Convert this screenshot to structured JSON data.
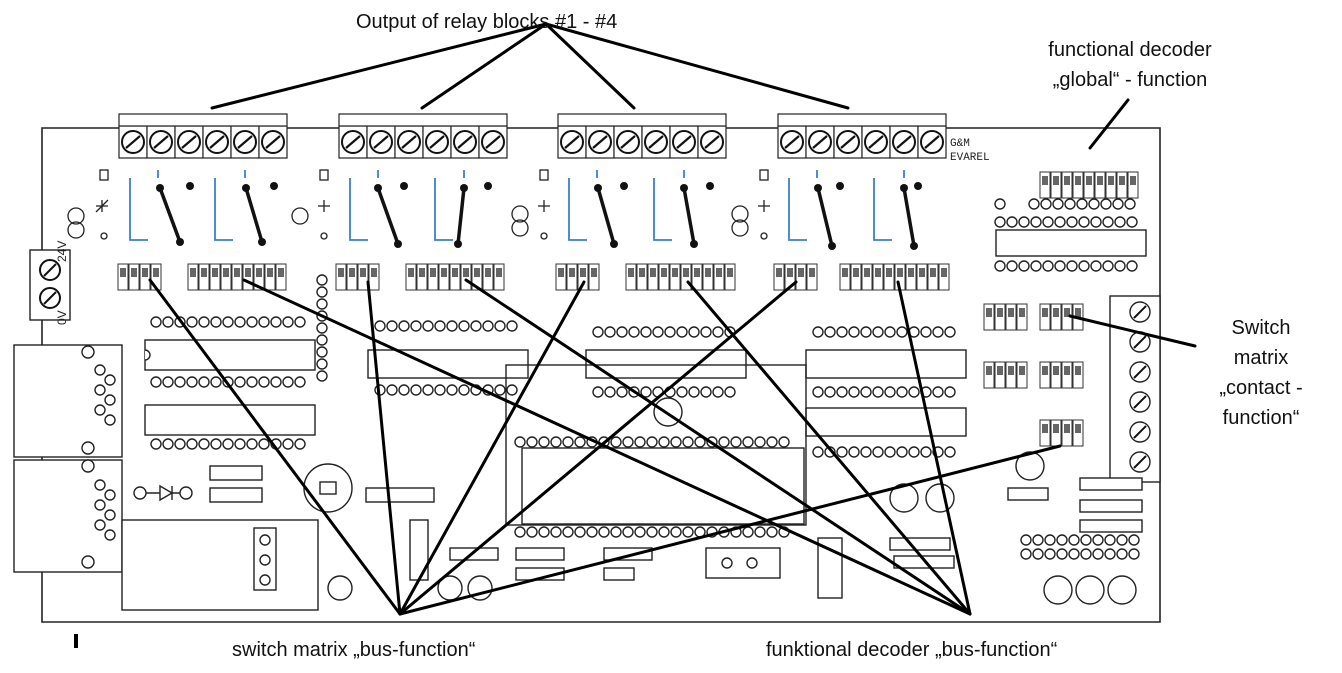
{
  "labels": {
    "relay_outputs": "Output of relay blocks   #1  -  #4",
    "decoder_global_line1": "functional decoder",
    "decoder_global_line2": "„global“ - function",
    "switch_contact_line1": "Switch",
    "switch_contact_line2": "matrix",
    "switch_contact_line3": "„contact -",
    "switch_contact_line4": "function“",
    "switch_bus": "switch matrix „bus-function“",
    "decoder_bus": "funktional decoder „bus-function“"
  },
  "board": {
    "marking_line1": "G&M",
    "marking_line2": "EVAREL",
    "voltage_24": "24V",
    "voltage_0": "0V"
  },
  "colors": {
    "ink": "#111111",
    "relay_contact": "#3a7fd0"
  }
}
